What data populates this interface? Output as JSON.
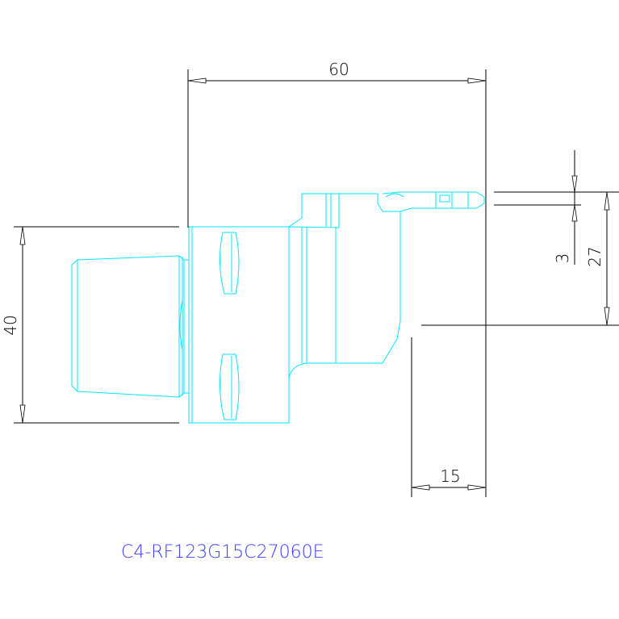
{
  "dimensions": {
    "overall_length": "60",
    "shank_height": "40",
    "cutting_depth": "27",
    "insert_width": "3",
    "head_offset": "15"
  },
  "part_number": "C4-RF123G15C27060E",
  "colors": {
    "part_outline": "#00e5ff",
    "dimension_lines": "#000000",
    "part_label": "#3b3bff"
  }
}
